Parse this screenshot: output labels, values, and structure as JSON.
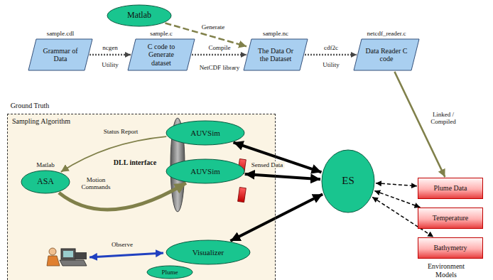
{
  "diagram": {
    "nodes": [
      {
        "text": [
          "Matlab"
        ]
      },
      {
        "text": [
          "sample.cdl",
          "Grammar of Data"
        ]
      },
      {
        "text": [
          "sample.c",
          "C code to Generate dataset"
        ]
      },
      {
        "text": [
          "sample.nc",
          "The Data Or the Dataset"
        ]
      },
      {
        "text": [
          "netcdf_reader.c",
          "Data Reader C code"
        ]
      },
      {
        "text": [
          "Sampling Algorithm"
        ]
      },
      {
        "text": [
          "Matlab",
          "ASA"
        ],
        "in": 5
      },
      {
        "text": [
          "AUVSim"
        ],
        "in": 5
      },
      {
        "text": [
          "AUVSim"
        ],
        "in": 5
      },
      {
        "text": [
          "Visualizer"
        ],
        "in": 5
      },
      {
        "text": [
          "Plume"
        ],
        "in": 5
      },
      {
        "text": [
          "ES"
        ]
      },
      {
        "text": [
          "Plume Data"
        ]
      },
      {
        "text": [
          "Temperature"
        ]
      },
      {
        "text": [
          "Bathymetry"
        ]
      }
    ],
    "edges": [
      {
        "from": 1,
        "to": 2,
        "arrow": "to",
        "label": "ncgen"
      },
      {
        "from": 2,
        "to": 3,
        "arrow": "to",
        "label": "Compile"
      },
      {
        "from": 3,
        "to": 4,
        "arrow": "to",
        "label": "cdf2c"
      },
      {
        "from": 0,
        "to": 3,
        "arrow": "to",
        "label": "Generate"
      },
      {
        "from": 4,
        "to": 12,
        "arrow": "to",
        "label": "Linked / Compiled"
      },
      {
        "from": 7,
        "to": 6,
        "arrow": "to",
        "label": "Status Report"
      },
      {
        "from": 6,
        "to": 8,
        "arrow": "to",
        "label": "Motion Commands"
      },
      {
        "from": 7,
        "to": 11,
        "arrow": "both"
      },
      {
        "from": 8,
        "to": 11,
        "arrow": "both"
      },
      {
        "from": 9,
        "to": 11,
        "arrow": "both"
      },
      {
        "from": 11,
        "to": 12,
        "arrow": "both"
      },
      {
        "from": 11,
        "to": 13,
        "arrow": "both"
      },
      {
        "from": 11,
        "to": 14,
        "arrow": "both"
      }
    ],
    "labels": [
      "Utility",
      "NetCDF library",
      "Utility",
      "Ground Truth",
      "DLL interface",
      "Sensed Data",
      "Observe",
      "Environment Models"
    ]
  }
}
